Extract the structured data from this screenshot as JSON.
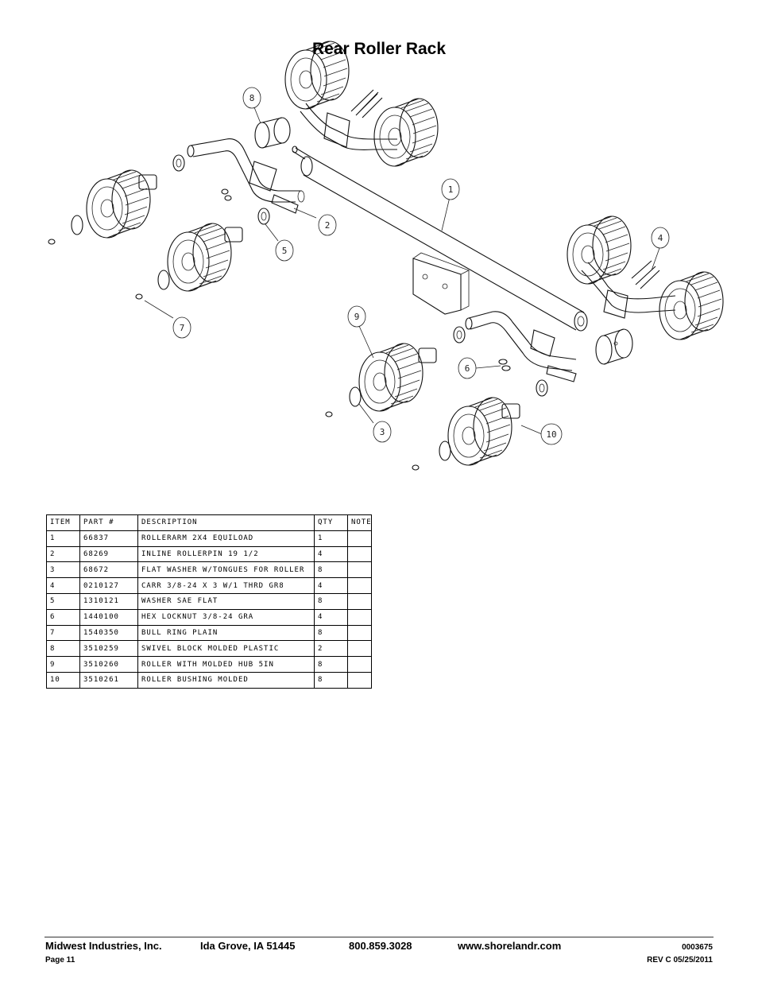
{
  "page_title": "Rear Roller Rack",
  "balloons": [
    "1",
    "2",
    "3",
    "4",
    "5",
    "6",
    "7",
    "8",
    "9",
    "10"
  ],
  "parts_table": {
    "headers": [
      "ITEM",
      "PART #",
      "DESCRIPTION",
      "QTY",
      "NOTE"
    ],
    "rows": [
      {
        "item": "1",
        "part": "66837",
        "description": "ROLLERARM  2X4 EQUILOAD",
        "qty": "1",
        "note": ""
      },
      {
        "item": "2",
        "part": "68269",
        "description": "INLINE ROLLERPIN 19 1/2",
        "qty": "4",
        "note": ""
      },
      {
        "item": "3",
        "part": "68672",
        "description": "FLAT WASHER W/TONGUES FOR ROLLER",
        "qty": "8",
        "note": ""
      },
      {
        "item": "4",
        "part": "0210127",
        "description": "CARR 3/8-24 X 3 W/1 THRD GR8",
        "qty": "4",
        "note": ""
      },
      {
        "item": "5",
        "part": "1310121",
        "description": "WASHER SAE FLAT",
        "qty": "8",
        "note": ""
      },
      {
        "item": "6",
        "part": "1440100",
        "description": "HEX LOCKNUT 3/8-24 GRA",
        "qty": "4",
        "note": ""
      },
      {
        "item": "7",
        "part": "1540350",
        "description": "BULL RING PLAIN",
        "qty": "8",
        "note": ""
      },
      {
        "item": "8",
        "part": "3510259",
        "description": "SWIVEL BLOCK MOLDED PLASTIC",
        "qty": "2",
        "note": ""
      },
      {
        "item": "9",
        "part": "3510260",
        "description": "ROLLER WITH MOLDED HUB  5IN",
        "qty": "8",
        "note": ""
      },
      {
        "item": "10",
        "part": "3510261",
        "description": "ROLLER BUSHING MOLDED",
        "qty": "8",
        "note": ""
      }
    ]
  },
  "footer": {
    "company": "Midwest Industries, Inc.",
    "location": "Ida Grove, IA  51445",
    "phone": "800.859.3028",
    "website": "www.shorelandr.com",
    "doc_number": "0003675",
    "page": "Page 11",
    "revision": "REV C  05/25/2011"
  }
}
